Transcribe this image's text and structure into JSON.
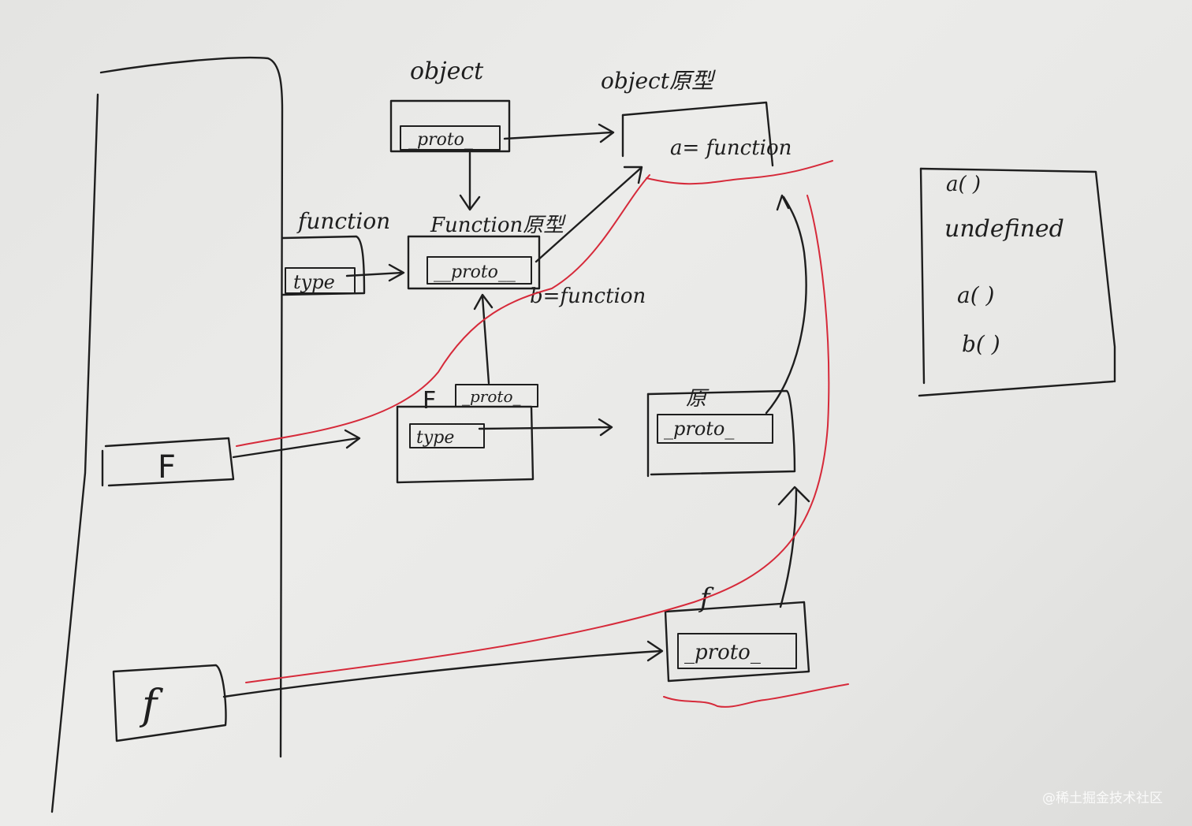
{
  "labels": {
    "object": "object",
    "object_proto": "_proto_",
    "object_prototype": "object原型",
    "object_prototype_method": "a= function",
    "function": "function",
    "function_type": "type",
    "function_prototype": "Function原型",
    "function_prototype_proto": "__proto__",
    "function_prototype_method": "b=function",
    "F_var": "F",
    "F_box_title": "F",
    "F_box_proto": "_proto_",
    "F_box_type": "type",
    "F_prototype": "原",
    "F_prototype_proto": "_proto_",
    "f_var": "f",
    "f_instance_title": "f",
    "f_instance_proto": "_proto_"
  },
  "output_panel": {
    "lines": [
      "a( )",
      "undefined",
      "a( )",
      "b( )"
    ]
  },
  "watermark": "@稀土掘金技术社区",
  "colors": {
    "ink": "#1e1e1e",
    "red_path": "#d62a3a"
  }
}
